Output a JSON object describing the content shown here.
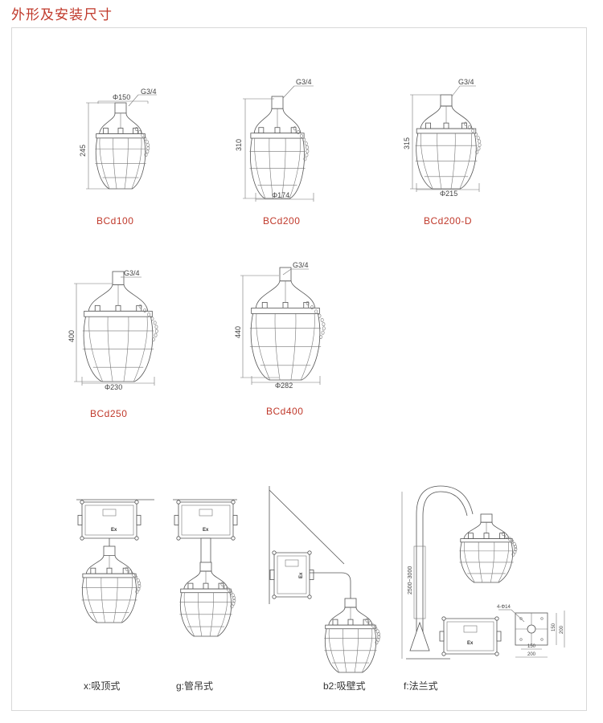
{
  "title": "外形及安装尺寸",
  "lamps": [
    {
      "model": "BCd100",
      "thread": "G3/4",
      "diameter": "Φ150",
      "height": "245"
    },
    {
      "model": "BCd200",
      "thread": "G3/4",
      "diameter": "Φ174",
      "height": "310"
    },
    {
      "model": "BCd200-D",
      "thread": "G3/4",
      "diameter": "Φ215",
      "height": "315"
    },
    {
      "model": "BCd250",
      "thread": "G3/4",
      "diameter": "Φ230",
      "height": "400"
    },
    {
      "model": "BCd400",
      "thread": "G3/4",
      "diameter": "Φ282",
      "height": "440"
    }
  ],
  "installations": [
    {
      "label": "x:吸顶式"
    },
    {
      "label": "g:管吊式"
    },
    {
      "label": "b2:吸壁式"
    },
    {
      "label": "f:法兰式"
    }
  ],
  "junction_box_mark": "Ex",
  "pole_height": "2500~3000",
  "flange": {
    "holes": "4-Φ14",
    "inner_v": "150",
    "outer_v": "200",
    "inner_h": "150",
    "outer_h": "200"
  },
  "colors": {
    "accent": "#c0392b",
    "line": "#555555"
  }
}
